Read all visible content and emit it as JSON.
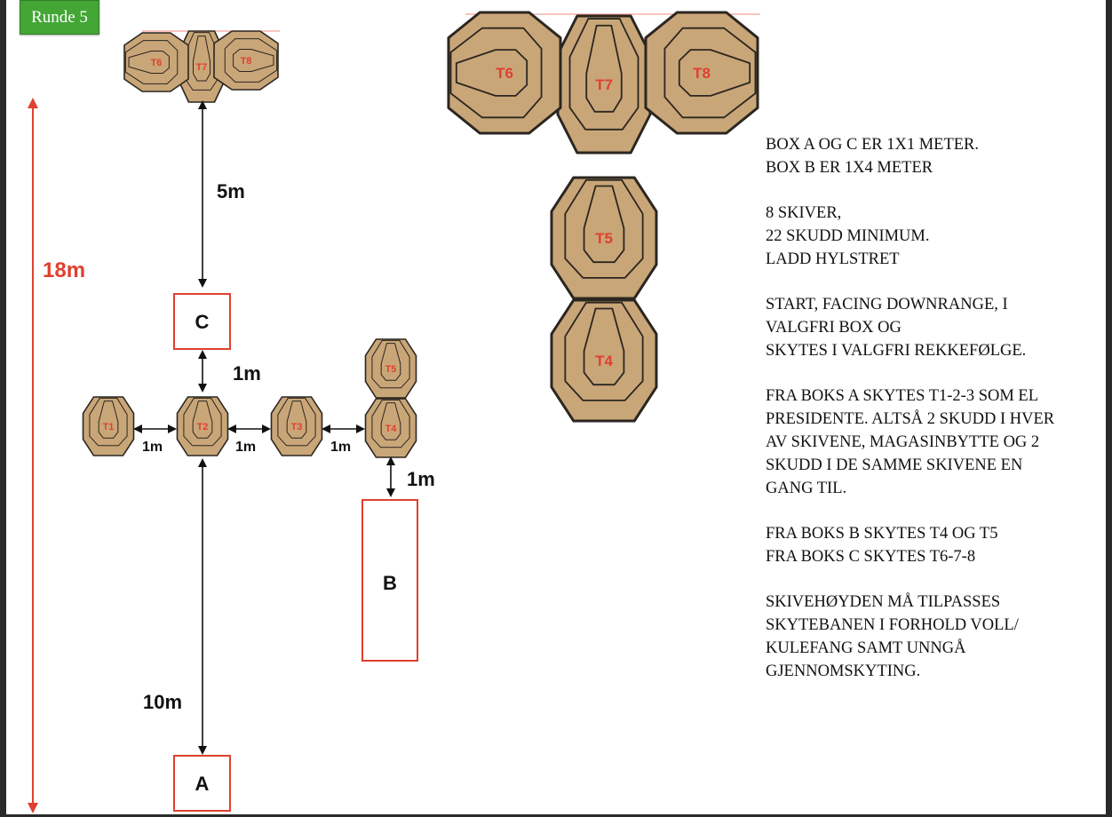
{
  "round_label": "Runde 5",
  "distances": {
    "total": "18m",
    "c_to_targets": "5m",
    "c_to_t2": "1m",
    "t1_t2": "1m",
    "t2_t3": "1m",
    "t3_t4": "1m",
    "t4_to_b": "1m",
    "a_to_t2": "10m"
  },
  "boxes": {
    "a": "A",
    "b": "B",
    "c": "C"
  },
  "targets": {
    "t1": "T1",
    "t2": "T2",
    "t3": "T3",
    "t4": "T4",
    "t5": "T5",
    "t6": "T6",
    "t7": "T7",
    "t8": "T8"
  },
  "notes": [
    [
      "BOX A OG C ER 1X1 METER.",
      "BOX B ER 1X4 METER"
    ],
    [
      "8 SKIVER,",
      "22 SKUDD MINIMUM.",
      "LADD HYLSTRET"
    ],
    [
      "START, FACING DOWNRANGE, I",
      "VALGFRI BOX OG",
      "SKYTES I VALGFRI REKKEFØLGE."
    ],
    [
      "FRA BOKS A SKYTES T1-2-3 SOM EL",
      "PRESIDENTE. ALTSÅ 2 SKUDD I HVER",
      "AV SKIVENE, MAGASINBYTTE OG 2",
      "SKUDD I DE SAMME SKIVENE EN",
      "GANG TIL."
    ],
    [
      "FRA BOKS B SKYTES T4 OG T5",
      "FRA BOKS C SKYTES T6-7-8"
    ],
    [
      "SKIVEHØYDEN MÅ TILPASSES",
      "SKYTEBANEN I FORHOLD VOLL/",
      "KULEFANG SAMT UNNGÅ",
      "GJENNOMSKYTING."
    ]
  ],
  "colors": {
    "red": "#e0402f",
    "target_fill": "#c9a678",
    "target_stroke": "#2b2620",
    "badge": "#43a635"
  }
}
